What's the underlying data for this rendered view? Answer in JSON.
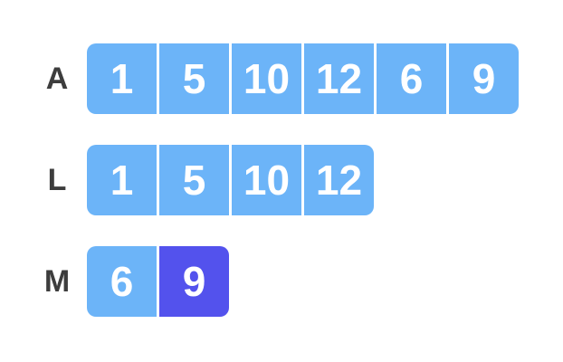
{
  "colors": {
    "background": "#ffffff",
    "cell_blue": "#6cb4f8",
    "cell_purple": "#5352ed",
    "cell_text": "#ffffff",
    "label_text": "#3d3d3d"
  },
  "diagram": {
    "rows": [
      {
        "label": "A",
        "cells": [
          {
            "value": "1",
            "color": "blue"
          },
          {
            "value": "5",
            "color": "blue"
          },
          {
            "value": "10",
            "color": "blue"
          },
          {
            "value": "12",
            "color": "blue"
          },
          {
            "value": "6",
            "color": "blue"
          },
          {
            "value": "9",
            "color": "blue"
          }
        ]
      },
      {
        "label": "L",
        "cells": [
          {
            "value": "1",
            "color": "blue"
          },
          {
            "value": "5",
            "color": "blue"
          },
          {
            "value": "10",
            "color": "blue"
          },
          {
            "value": "12",
            "color": "blue"
          }
        ]
      },
      {
        "label": "M",
        "cells": [
          {
            "value": "6",
            "color": "blue"
          },
          {
            "value": "9",
            "color": "purple"
          }
        ]
      }
    ]
  }
}
